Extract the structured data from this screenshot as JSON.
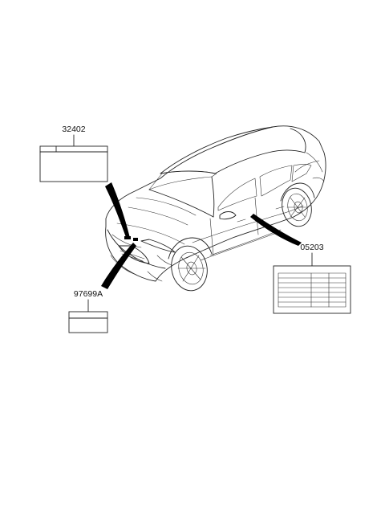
{
  "parts": {
    "hood_label": {
      "number": "32402"
    },
    "radiator_label": {
      "number": "97699A"
    },
    "tire_label": {
      "number": "05203"
    }
  }
}
